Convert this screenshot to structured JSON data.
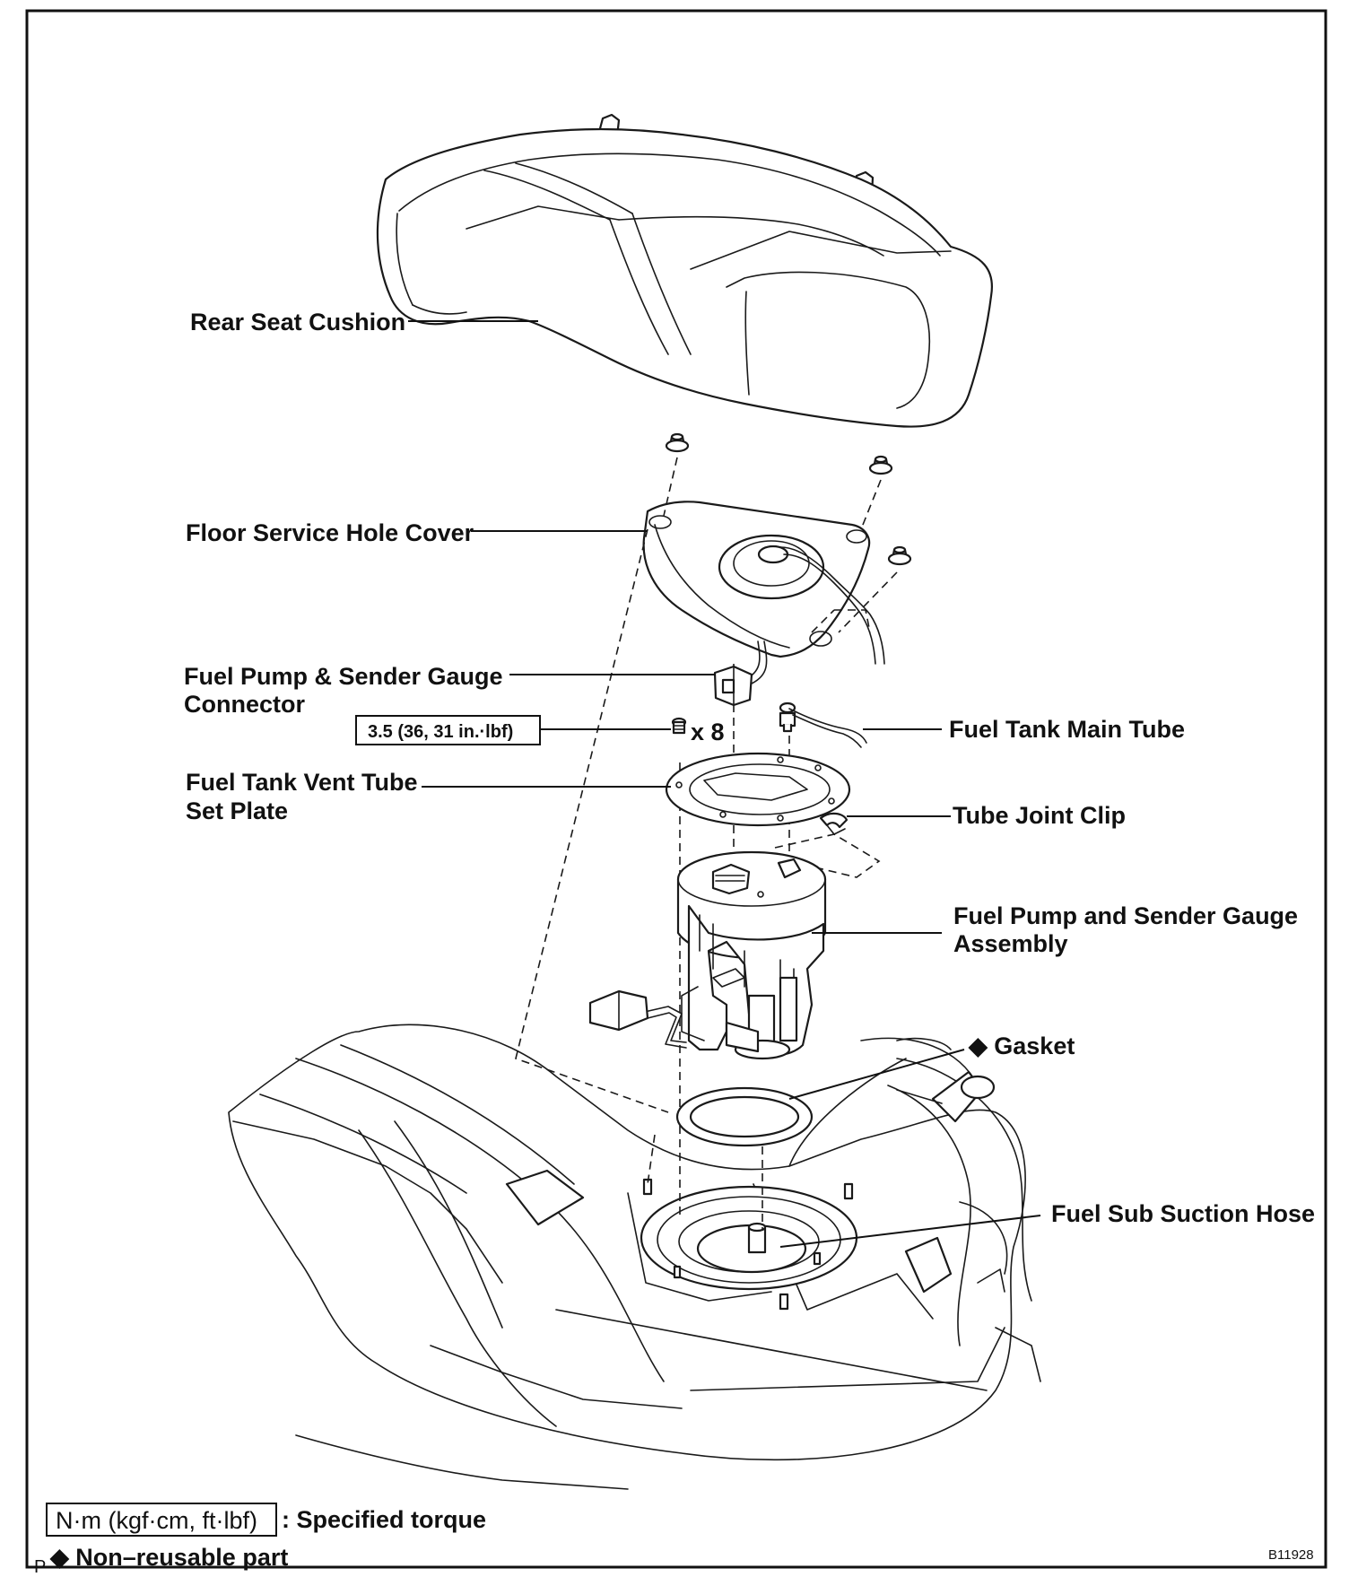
{
  "labels": {
    "rear_seat_cushion": "Rear Seat Cushion",
    "floor_service_hole_cover": "Floor Service Hole Cover",
    "fuel_pump_sender_gauge_connector_line1": "Fuel Pump & Sender Gauge",
    "fuel_pump_sender_gauge_connector_line2": "Connector",
    "torque_value": "3.5 (36, 31 in.·lbf)",
    "bolt_count": "x 8",
    "fuel_tank_main_tube": "Fuel Tank Main Tube",
    "fuel_tank_vent_tube_set_plate_line1": "Fuel Tank Vent Tube",
    "fuel_tank_vent_tube_set_plate_line2": "Set Plate",
    "tube_joint_clip": "Tube Joint Clip",
    "fuel_pump_sender_gauge_assembly_line1": "Fuel Pump and Sender Gauge",
    "fuel_pump_sender_gauge_assembly_line2": "Assembly",
    "gasket": "◆ Gasket",
    "fuel_sub_suction_hose": "Fuel Sub Suction Hose"
  },
  "legend": {
    "torque_unit": "N·m (kgf·cm, ft·lbf)",
    "torque_text": ": Specified torque",
    "non_reusable": "◆ Non–reusable part",
    "corner_mark": "P"
  },
  "figure_code": "B11928"
}
